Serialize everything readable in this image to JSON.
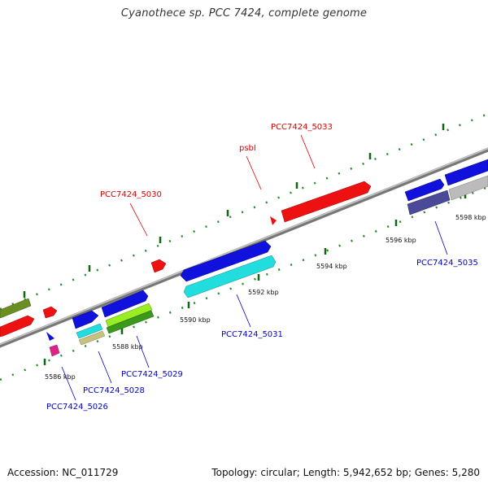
{
  "title": "Cyanothece sp. PCC 7424, complete genome",
  "footer": {
    "accession": "Accession: NC_011729",
    "summary": "Topology: circular; Length: 5,942,652 bp; Genes: 5,280"
  },
  "ticks": [
    "5586 kbp",
    "5588 kbp",
    "5590 kbp",
    "5592 kbp",
    "5594 kbp",
    "5596 kbp",
    "5598 kbp"
  ],
  "labels": {
    "l5030": "PCC7424_5030",
    "psbl": "psbI",
    "l5033": "PCC7424_5033",
    "l5035": "PCC7424_5035",
    "l5031": "PCC7424_5031",
    "l5029": "PCC7424_5029",
    "l5028": "PCC7424_5028",
    "l5026": "PCC7424_5026"
  },
  "colors": {
    "red": "#ee1111",
    "blue": "#1111dd",
    "cyan": "#22cccc",
    "olive": "#6b8e23",
    "lime": "#88dd22",
    "navy": "#4a4a99",
    "gray": "#bbbbbb",
    "magenta": "#dd2288",
    "tan": "#c8c080"
  }
}
